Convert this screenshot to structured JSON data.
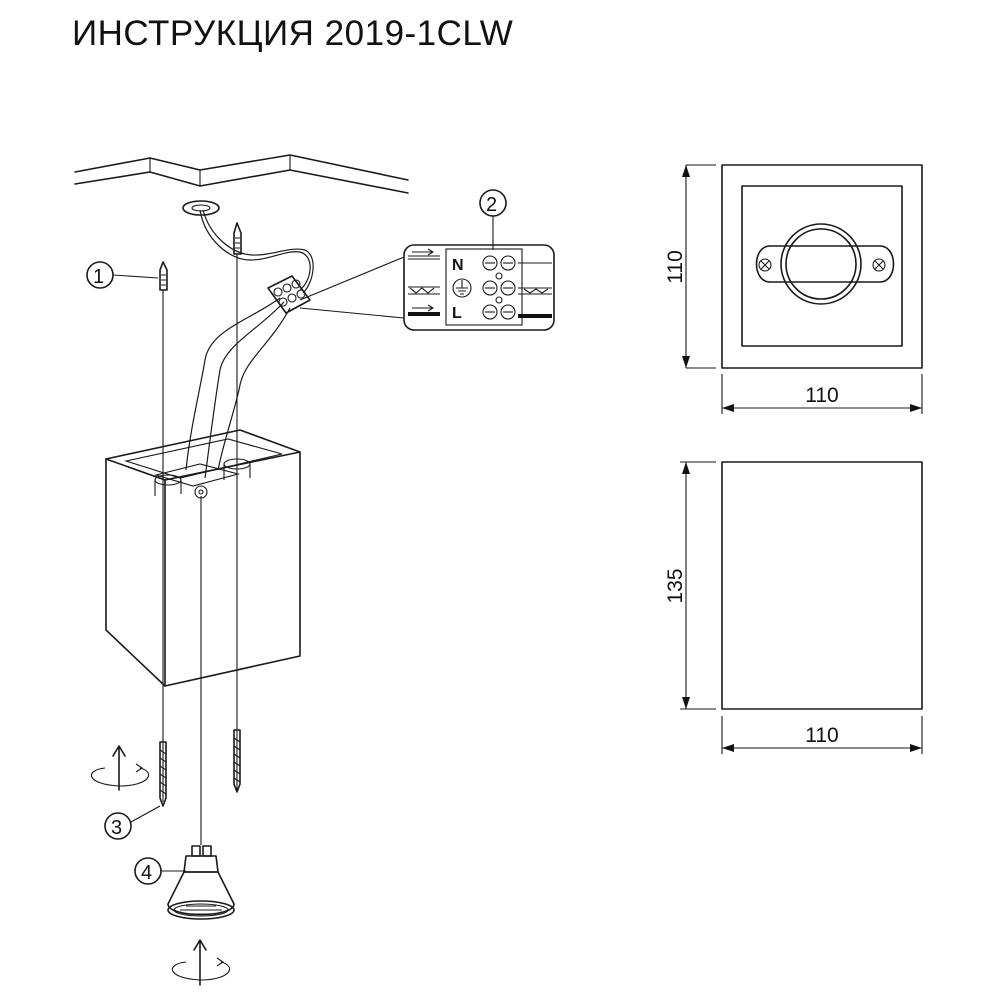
{
  "header": {
    "title": "ИНСТРУКЦИЯ 2019-1CLW"
  },
  "callouts": [
    {
      "num": "1",
      "icon": "wall-plug-icon"
    },
    {
      "num": "2",
      "icon": "terminal-block-icon"
    },
    {
      "num": "3",
      "icon": "screw-icon"
    },
    {
      "num": "4",
      "icon": "gu10-bulb-icon"
    }
  ],
  "terminal_block": {
    "phase": "L",
    "neutral": "N"
  },
  "front_view": {
    "height": "110",
    "width": "110"
  },
  "side_view": {
    "height": "135",
    "width": "110"
  },
  "colors": {
    "line": "#1a1a1a",
    "background": "#ffffff"
  }
}
